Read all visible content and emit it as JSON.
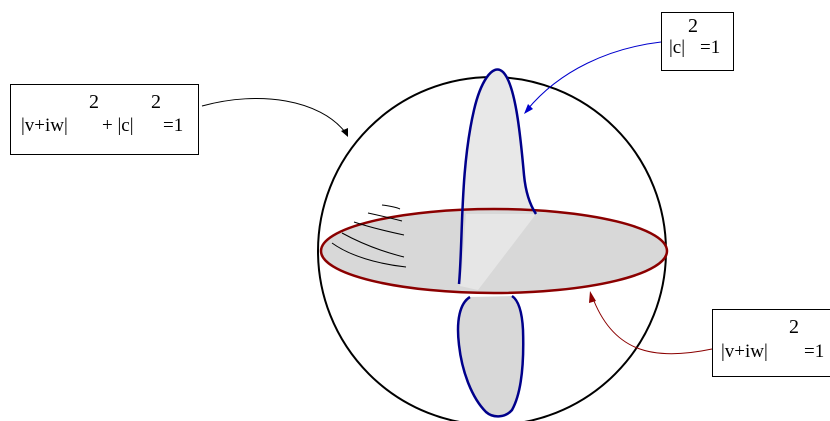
{
  "labels": {
    "sphere": {
      "part1": "|v+iw|",
      "exp1": "2",
      "part2": "+ |c|",
      "exp2": "2",
      "part3": "=1"
    },
    "c_circle": {
      "part1": "|c|",
      "exp1": "2",
      "part2": "=1"
    },
    "vw_circle": {
      "part1": "|v+iw|",
      "exp1": "2",
      "part2": "=1"
    }
  },
  "colors": {
    "sphere_outline": "#000000",
    "vertical_disk_edge": "#00008b",
    "horizontal_disk_edge": "#8b0000",
    "vertical_arrow": "#0000cd",
    "horizontal_arrow": "#8b0000",
    "disk_fill_light": "#e8e8e8",
    "disk_fill_dark": "#d3d3d3"
  }
}
